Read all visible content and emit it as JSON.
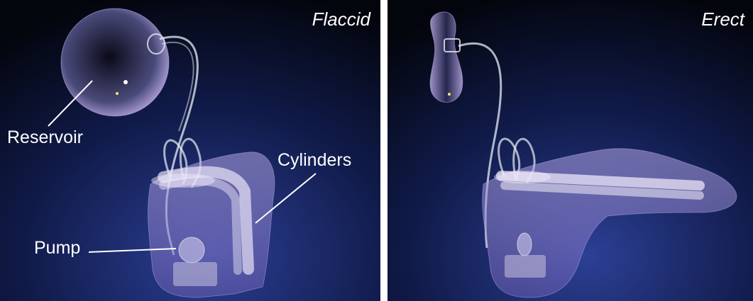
{
  "panels": {
    "left": {
      "state": "Flaccid",
      "labels": {
        "reservoir": "Reservoir",
        "cylinders": "Cylinders",
        "pump": "Pump"
      }
    },
    "right": {
      "state": "Erect"
    }
  },
  "colors": {
    "bg_top": "#05070f",
    "bg_bottom": "#2a3a8c",
    "tissue": "#9a8fd0",
    "tube": "#e8ecf4",
    "label": "#ffffff"
  }
}
